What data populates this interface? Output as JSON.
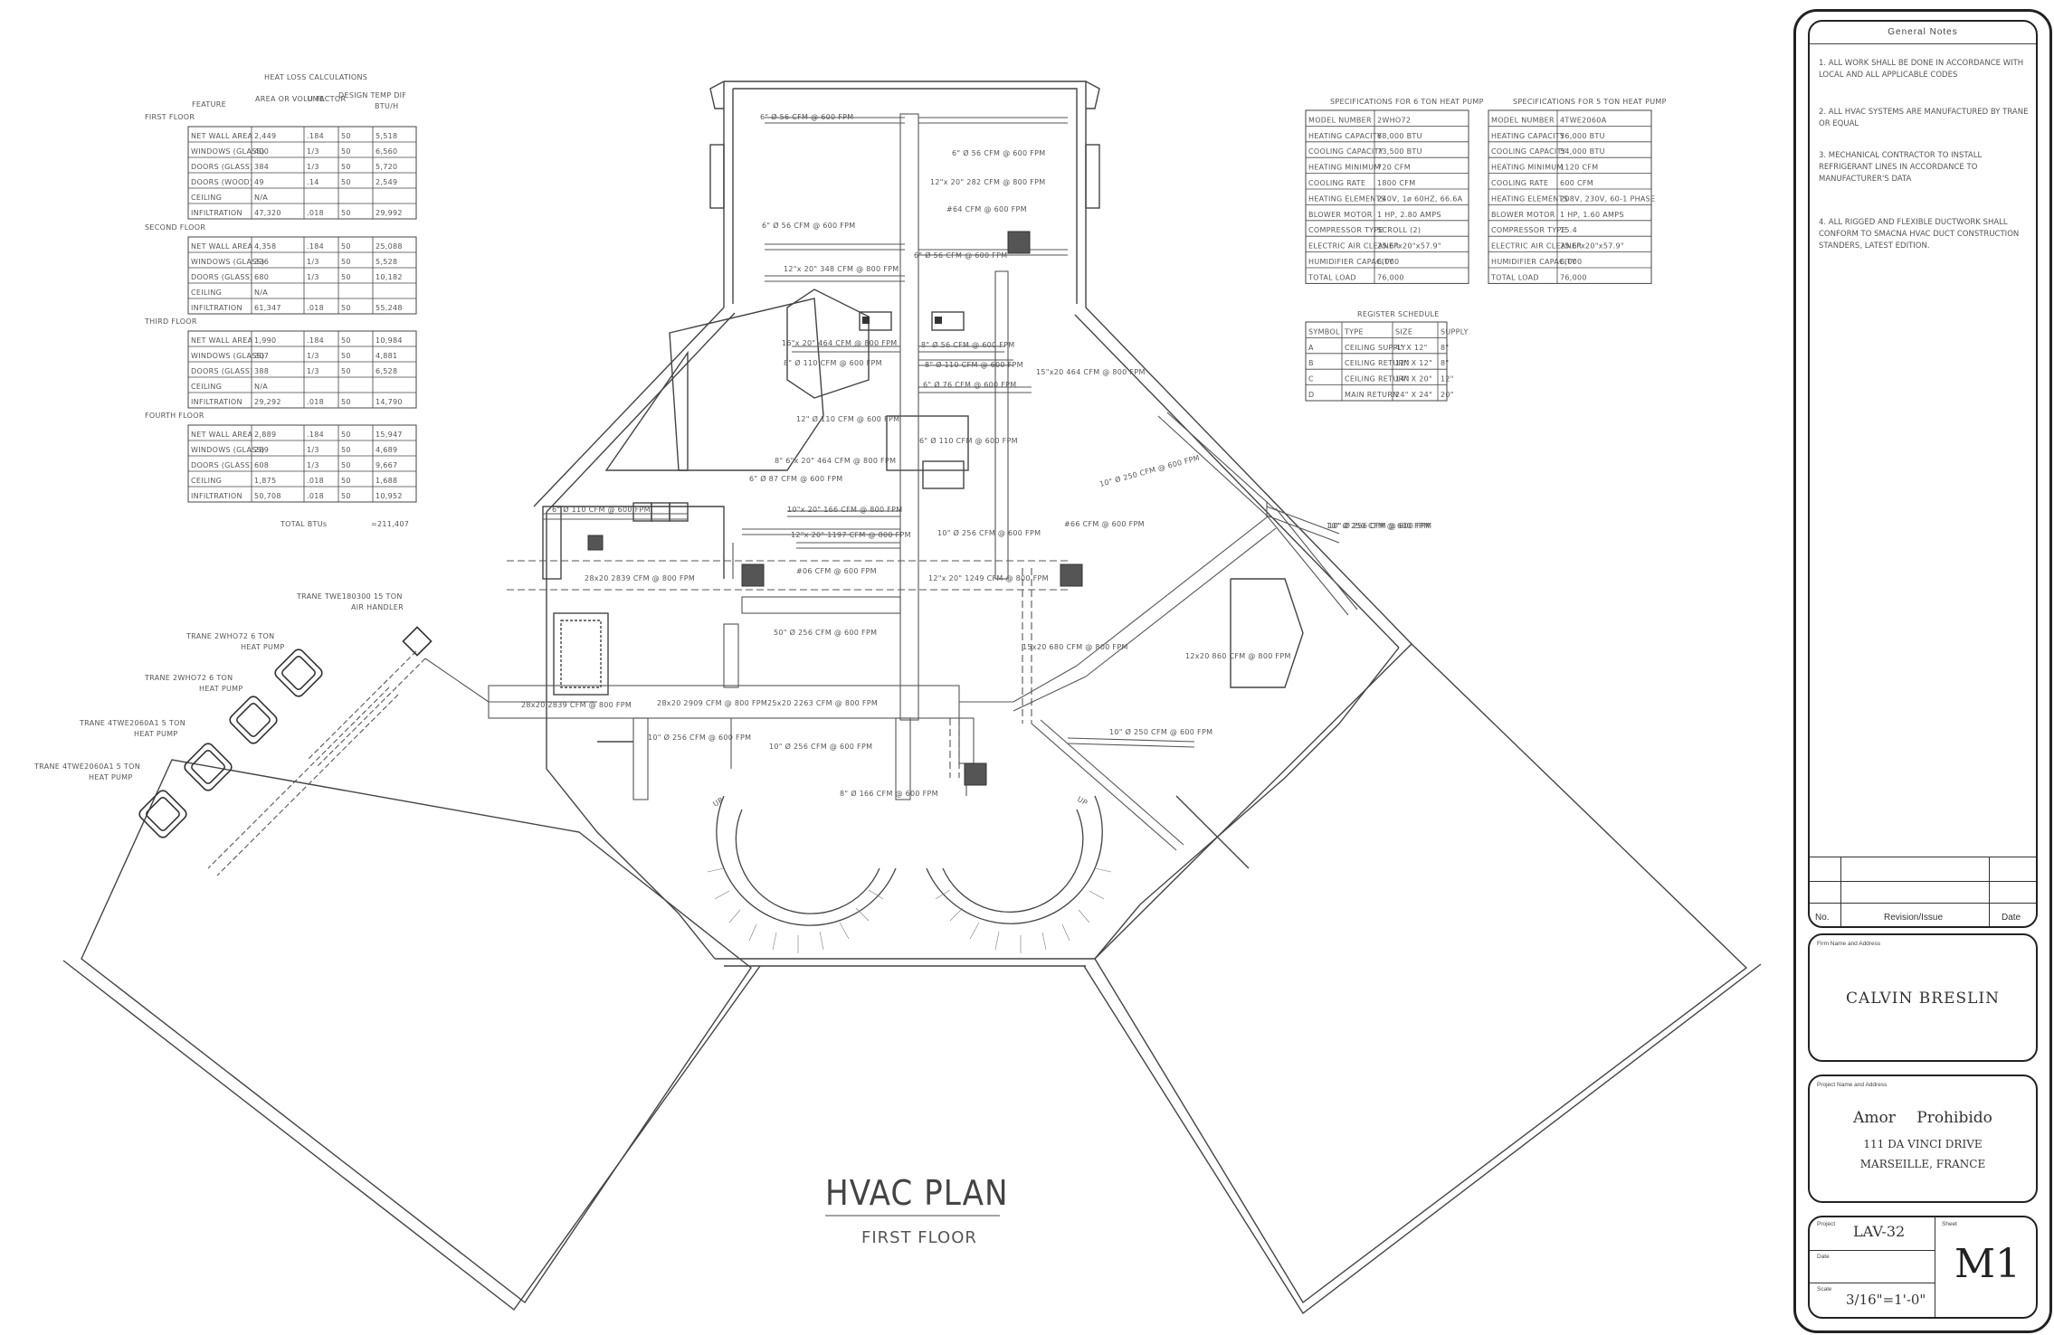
{
  "heat_loss": {
    "title": "HEAT LOSS CALCULATIONS",
    "headers": [
      "FEATURE",
      "AREA OR VOLUME",
      "U FACTOR",
      "DESIGN TEMP DIF",
      "BTU/H"
    ],
    "floors": [
      {
        "name": "FIRST FLOOR",
        "rows": [
          [
            "NET WALL AREA",
            "2,449",
            ".184",
            "50",
            "5,518"
          ],
          [
            "WINDOWS (GLASS)",
            "400",
            "1/3",
            "50",
            "6,560"
          ],
          [
            "DOORS (GLASS)",
            "384",
            "1/3",
            "50",
            "5,720"
          ],
          [
            "DOORS (WOOD)",
            "49",
            ".14",
            "50",
            "2,549"
          ],
          [
            "CEILING",
            "N/A",
            "",
            "",
            ""
          ],
          [
            "INFILTRATION",
            "47,320",
            ".018",
            "50",
            "29,992"
          ]
        ]
      },
      {
        "name": "SECOND FLOOR",
        "rows": [
          [
            "NET WALL AREA",
            "4,358",
            ".184",
            "50",
            "25,088"
          ],
          [
            "WINDOWS (GLASS)",
            "336",
            "1/3",
            "50",
            "5,528"
          ],
          [
            "DOORS (GLASS)",
            "680",
            "1/3",
            "50",
            "10,182"
          ],
          [
            "CEILING",
            "N/A",
            "",
            "",
            ""
          ],
          [
            "INFILTRATION",
            "61,347",
            ".018",
            "50",
            "55,248"
          ]
        ]
      },
      {
        "name": "THIRD FLOOR",
        "rows": [
          [
            "NET WALL AREA",
            "1,990",
            ".184",
            "50",
            "10,984"
          ],
          [
            "WINDOWS (GLASS)",
            "307",
            "1/3",
            "50",
            "4,881"
          ],
          [
            "DOORS (GLASS)",
            "388",
            "1/3",
            "50",
            "6,528"
          ],
          [
            "CEILING",
            "N/A",
            "",
            "",
            ""
          ],
          [
            "INFILTRATION",
            "29,292",
            ".018",
            "50",
            "14,790"
          ]
        ]
      },
      {
        "name": "FOURTH FLOOR",
        "rows": [
          [
            "NET WALL AREA",
            "2,889",
            ".184",
            "50",
            "15,947"
          ],
          [
            "WINDOWS (GLASS)",
            "289",
            "1/3",
            "50",
            "4,689"
          ],
          [
            "DOORS (GLASS)",
            "608",
            "1/3",
            "50",
            "9,667"
          ],
          [
            "CEILING",
            "1,875",
            ".018",
            "50",
            "1,688"
          ],
          [
            "INFILTRATION",
            "50,708",
            ".018",
            "50",
            "10,952"
          ]
        ]
      }
    ],
    "total_label": "TOTAL BTUs",
    "total_value": "=211,407"
  },
  "spec_6ton": {
    "title": "SPECIFICATIONS FOR 6 TON HEAT PUMP",
    "rows": [
      [
        "MODEL NUMBER",
        "2WHO72"
      ],
      [
        "HEATING CAPACITY",
        "68,000 BTU"
      ],
      [
        "COOLING CAPACITY",
        "73,500 BTU"
      ],
      [
        "HEATING MINIMUM",
        "720 CFM"
      ],
      [
        "COOLING RATE",
        "1800 CFM"
      ],
      [
        "HEATING ELEMENTS",
        "240V, 1ø 60HZ, 66.6A"
      ],
      [
        "BLOWER MOTOR",
        "1 HP, 2.80 AMPS"
      ],
      [
        "COMPRESSOR TYPE",
        "SCROLL (2)"
      ],
      [
        "ELECTRIC AIR CLEANER",
        "25.6\"x20\"x57.9\""
      ],
      [
        "HUMIDIFIER CAPACITY",
        "6,000"
      ],
      [
        "TOTAL LOAD",
        "76,000"
      ]
    ]
  },
  "spec_5ton": {
    "title": "SPECIFICATIONS FOR 5 TON HEAT PUMP",
    "rows": [
      [
        "MODEL NUMBER",
        "4TWE2060A"
      ],
      [
        "HEATING CAPACITY",
        "56,000 BTU"
      ],
      [
        "COOLING CAPACITY",
        "54,000 BTU"
      ],
      [
        "HEATING MINIMUM",
        "1120 CFM"
      ],
      [
        "COOLING RATE",
        "600 CFM"
      ],
      [
        "HEATING ELEMENTS",
        "208V, 230V, 60-1 PHASE"
      ],
      [
        "BLOWER MOTOR",
        "1 HP, 1.60 AMPS"
      ],
      [
        "COMPRESSOR TYPE",
        "15.4"
      ],
      [
        "ELECTRIC AIR CLEANER",
        "25.6\"x20\"x57.9\""
      ],
      [
        "HUMIDIFIER CAPACITY",
        "6,000"
      ],
      [
        "TOTAL LOAD",
        "76,000"
      ]
    ]
  },
  "register": {
    "title": "REGISTER SCHEDULE",
    "headers": [
      "SYMBOL",
      "TYPE",
      "SIZE",
      "SUPPLY"
    ],
    "rows": [
      [
        "A",
        "CEILING SUPPLY",
        "4\" X 12\"",
        "8\""
      ],
      [
        "B",
        "CEILING RETURN",
        "12\" X 12\"",
        "8\""
      ],
      [
        "C",
        "CEILING RETURN",
        "14\" X 20\"",
        "12\""
      ],
      [
        "D",
        "MAIN RETURN",
        "24\" X 24\"",
        "20\""
      ]
    ]
  },
  "duct_labels": [
    "6\" Ø 56 CFM @ 600 FPM",
    "6\" Ø 56 CFM @ 600 FPM",
    "12\"x 20\" 282 CFM @ 800 FPM",
    "6\" Ø 56 CFM @ 600 FPM",
    "#64 CFM @ 600 FPM",
    "6\" Ø 56 CFM @ 600 FPM",
    "12\"x 20\" 348 CFM @ 800 FPM",
    "8\" Ø 56 CFM @ 600 FPM",
    "16\"x 20\" 464 CFM @ 800 FPM",
    "8\" Ø 110 CFM @ 600 FPM",
    "8\" Ø 110 CFM @ 600 FPM",
    "12\" Ø 110 CFM @ 600 FPM",
    "15\"x20 464 CFM @ 800 FPM",
    "6\" Ø 76 CFM @ 600 FPM",
    "6\" Ø 110 CFM @ 600 FPM",
    "8\" 6\"x 20\" 464 CFM @ 800 FPM",
    "6\" Ø 87 CFM @ 600 FPM",
    "10\" Ø 250 CFM @ 600 FPM",
    "6\" Ø 110 CFM @ 600 FPM",
    "10\"x 20\" 166 CFM @ 800 FPM",
    "10\" Ø 256 CFM @ 600 FPM",
    "#66 CFM @ 600 FPM",
    "12\"x 20\" 1197 CFM @ 800 FPM",
    "10\" Ø 250 CFM @ 600 FPM",
    "28x20 2839 CFM @ 800 FPM",
    "#06 CFM @ 600 FPM",
    "12\"x 20\" 1249 CFM @ 800 FPM",
    "10\" Ø 256 CFM @ 600 FPM",
    "50\" Ø 256 CFM @ 600 FPM",
    "15x20 680 CFM @ 800 FPM",
    "12x20 860 CFM @ 800 FPM",
    "28x20 2839 CFM @ 800 FPM",
    "28x20 2909 CFM @ 800 FPM",
    "25x20 2263 CFM @ 800 FPM",
    "10\" Ø 256 CFM @ 600 FPM",
    "10\" Ø 256 CFM @ 600 FPM",
    "10\" Ø 250 CFM @ 600 FPM",
    "8\" Ø 166 CFM @ 600 FPM"
  ],
  "equipment_labels": [
    "TRANE TWE180300 15 TON AIR HANDLER",
    "TRANE 2WHO72 6 TON HEAT PUMP",
    "TRANE 2WHO72 6 TON HEAT PUMP",
    "TRANE 4TWE2060A1 5 TON HEAT PUMP",
    "TRANE 4TWE2060A1 5 TON HEAT PUMP"
  ],
  "stair_labels": [
    "UP",
    "UP"
  ],
  "plan_title": "HVAC PLAN",
  "plan_subtitle": "FIRST FLOOR",
  "general_notes": {
    "title": "General Notes",
    "items": [
      "1. ALL WORK SHALL BE DONE IN ACCORDANCE WITH LOCAL AND ALL APPLICABLE CODES",
      "2. ALL HVAC SYSTEMS ARE MANUFACTURED BY TRANE OR EQUAL",
      "3. MECHANICAL CONTRACTOR TO INSTALL REFRIGERANT LINES IN ACCORDANCE TO MANUFACTURER'S DATA",
      "4. All RIGGED AND FLEXIBLE DUCTWORK SHALL CONFORM TO SMACNA HVAC DUCT CONSTRUCTION STANDERS, LATEST EDITION."
    ]
  },
  "revision": {
    "no": "No.",
    "issue": "Revision/Issue",
    "date": "Date"
  },
  "firm": {
    "label": "Firm Name and Address",
    "name": "CALVIN BRESLIN"
  },
  "project": {
    "label": "Project Name and Address",
    "name": "Amor Prohibido",
    "address1": "111 DA VINCI DRIVE",
    "address2": "MARSEILLE, FRANCE"
  },
  "sheet": {
    "project_label": "Project",
    "project_value": "LAV-32",
    "date_label": "Date",
    "date_value": "",
    "scale_label": "Scale",
    "scale_value": "3/16\"=1'-0\"",
    "sheet_label": "Sheet",
    "sheet_value": "M1"
  }
}
